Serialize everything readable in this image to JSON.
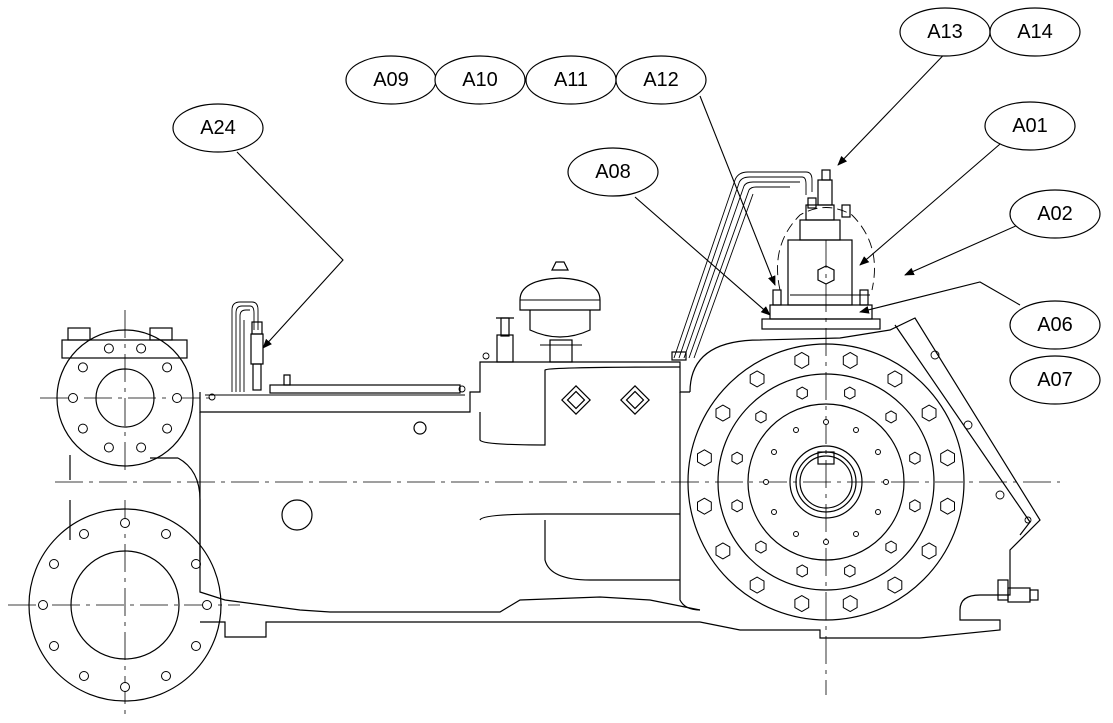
{
  "diagram": {
    "callouts": [
      {
        "id": "a09",
        "label": "A09"
      },
      {
        "id": "a10",
        "label": "A10"
      },
      {
        "id": "a11",
        "label": "A11"
      },
      {
        "id": "a12",
        "label": "A12"
      },
      {
        "id": "a13",
        "label": "A13"
      },
      {
        "id": "a14",
        "label": "A14"
      },
      {
        "id": "a24",
        "label": "A24"
      },
      {
        "id": "a01",
        "label": "A01"
      },
      {
        "id": "a08",
        "label": "A08"
      },
      {
        "id": "a02",
        "label": "A02"
      },
      {
        "id": "a06",
        "label": "A06"
      },
      {
        "id": "a07",
        "label": "A07"
      }
    ]
  }
}
